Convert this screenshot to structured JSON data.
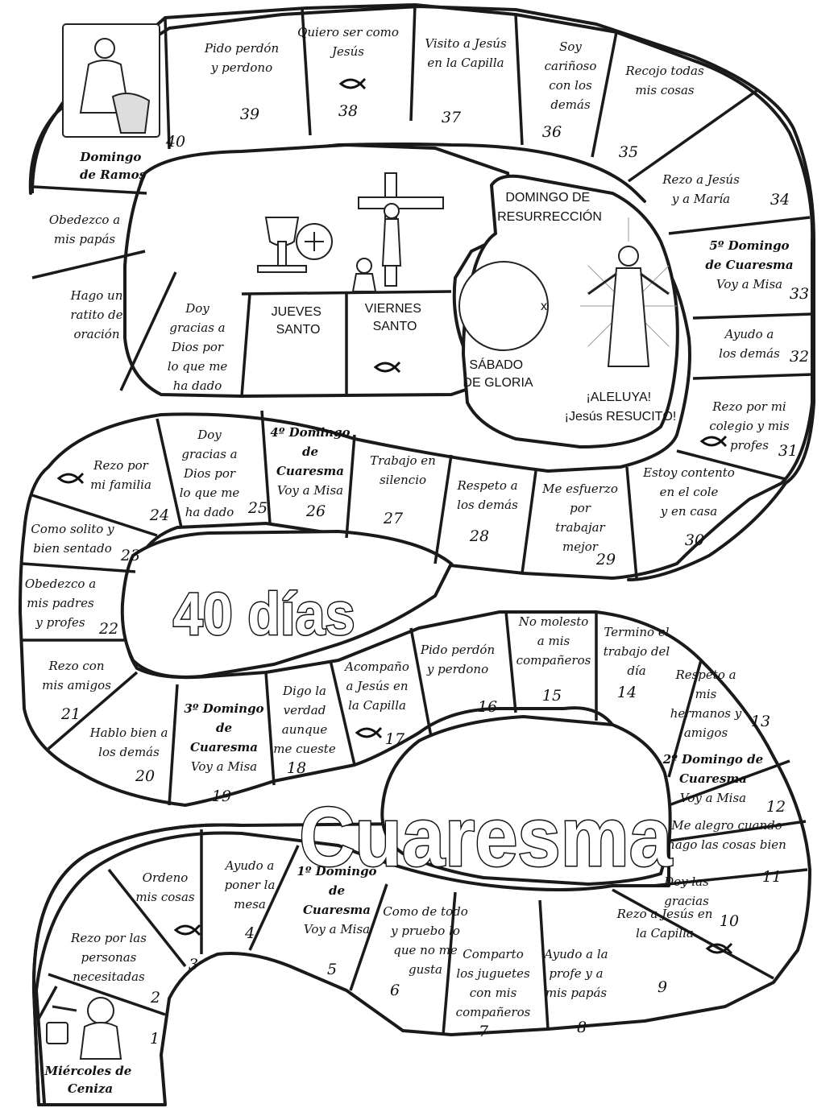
{
  "title_top": "40 días",
  "title_bottom": "Cuaresma",
  "start_label": "Miércoles de Ceniza",
  "end_label": "Domingo de Ramos",
  "holy_week": [
    {
      "id": "jueves",
      "label": "JUEVES SANTO"
    },
    {
      "id": "viernes",
      "label": "VIERNES SANTO"
    },
    {
      "id": "sabado",
      "label": "SÁBADO DE GLORIA"
    },
    {
      "id": "domingo",
      "label": "DOMINGO DE RESURRECCIÓN"
    }
  ],
  "aleluya": [
    "¡ALELUYA!",
    "¡Jesús RESUCITÓ!"
  ],
  "cells": [
    {
      "n": "1",
      "lines": []
    },
    {
      "n": "2",
      "lines": [
        "Rezo por las",
        "personas",
        "necesitadas"
      ]
    },
    {
      "n": "3",
      "lines": [
        "Ordeno",
        "mis cosas"
      ],
      "fish": true
    },
    {
      "n": "4",
      "lines": [
        "Ayudo a",
        "poner la",
        "mesa"
      ]
    },
    {
      "n": "5",
      "lines": [
        "1º Domingo",
        "de",
        "Cuaresma",
        "Voy a Misa"
      ],
      "sunday": true
    },
    {
      "n": "6",
      "lines": [
        "Como de todo",
        "y pruebo lo",
        "que no me",
        "gusta"
      ]
    },
    {
      "n": "7",
      "lines": [
        "Comparto",
        "los juguetes",
        "con mis",
        "compañeros"
      ]
    },
    {
      "n": "8",
      "lines": [
        "Ayudo a la",
        "profe y a",
        "mis papás"
      ]
    },
    {
      "n": "9",
      "lines": [
        "Rezo a Jesús en",
        "la Capilla"
      ]
    },
    {
      "n": "10",
      "lines": [
        "Doy las",
        "gracias"
      ],
      "fish": true
    },
    {
      "n": "11",
      "lines": [
        "Me alegro cuando",
        "hago las cosas bien"
      ]
    },
    {
      "n": "12",
      "lines": [
        "2º Domingo de",
        "Cuaresma",
        "Voy a Misa"
      ],
      "sunday": true
    },
    {
      "n": "13",
      "lines": [
        "Respeto a",
        "mis",
        "hermanos y",
        "amigos"
      ]
    },
    {
      "n": "14",
      "lines": [
        "Termino el",
        "trabajo del",
        "día"
      ]
    },
    {
      "n": "15",
      "lines": [
        "No molesto",
        "a mis",
        "compañeros"
      ]
    },
    {
      "n": "16",
      "lines": [
        "Pido perdón",
        "y perdono"
      ]
    },
    {
      "n": "17",
      "lines": [
        "Acompaño",
        "a Jesús en",
        "la Capilla"
      ],
      "fish": true
    },
    {
      "n": "18",
      "lines": [
        "Digo la",
        "verdad",
        "aunque",
        "me cueste"
      ]
    },
    {
      "n": "19",
      "lines": [
        "3º Domingo",
        "de",
        "Cuaresma",
        "Voy a Misa"
      ],
      "sunday": true
    },
    {
      "n": "20",
      "lines": [
        "Hablo bien a",
        "los demás"
      ]
    },
    {
      "n": "21",
      "lines": [
        "Rezo con",
        "mis amigos"
      ]
    },
    {
      "n": "22",
      "lines": [
        "Obedezco a",
        "mis padres",
        "y profes"
      ]
    },
    {
      "n": "23",
      "lines": [
        "Como solito y",
        "bien sentado"
      ]
    },
    {
      "n": "24",
      "lines": [
        "Rezo por",
        "mi familia"
      ],
      "fish": true
    },
    {
      "n": "25",
      "lines": [
        "Doy",
        "gracias a",
        "Dios por",
        "lo que me",
        "ha dado"
      ]
    },
    {
      "n": "26",
      "lines": [
        "4º Domingo",
        "de",
        "Cuaresma",
        "Voy a Misa"
      ],
      "sunday": true
    },
    {
      "n": "27",
      "lines": [
        "Trabajo en",
        "silencio"
      ]
    },
    {
      "n": "28",
      "lines": [
        "Respeto a",
        "los demás"
      ]
    },
    {
      "n": "29",
      "lines": [
        "Me esfuerzo",
        "por",
        "trabajar",
        "mejor"
      ]
    },
    {
      "n": "30",
      "lines": [
        "Estoy contento",
        "en el cole",
        "y en casa"
      ]
    },
    {
      "n": "31",
      "lines": [
        "Rezo por mi",
        "colegio y mis",
        "profes"
      ],
      "fish": true
    },
    {
      "n": "32",
      "lines": [
        "Ayudo a",
        "los demás"
      ]
    },
    {
      "n": "33",
      "lines": [
        "5º Domingo",
        "de Cuaresma",
        "Voy a Misa"
      ],
      "sunday": true
    },
    {
      "n": "34",
      "lines": [
        "Rezo a Jesús",
        "y a María"
      ]
    },
    {
      "n": "35",
      "lines": [
        "Recojo todas",
        "mis cosas"
      ]
    },
    {
      "n": "36",
      "lines": [
        "Soy",
        "cariñoso",
        "con los",
        "demás"
      ]
    },
    {
      "n": "37",
      "lines": [
        "Visito a Jesús",
        "en la Capilla"
      ]
    },
    {
      "n": "38",
      "lines": [
        "Quiero ser como",
        "Jesús"
      ],
      "fish": true
    },
    {
      "n": "39",
      "lines": [
        "Pido perdón",
        "y perdono"
      ]
    },
    {
      "n": "40",
      "lines": []
    }
  ],
  "extra_cells": [
    {
      "lines": [
        "Obedezco a",
        "mis papás"
      ]
    },
    {
      "lines": [
        "Hago un",
        "ratito de",
        "oración"
      ]
    },
    {
      "lines": [
        "Doy",
        "gracias a",
        "Dios por",
        "lo que me",
        "ha dado"
      ]
    }
  ]
}
